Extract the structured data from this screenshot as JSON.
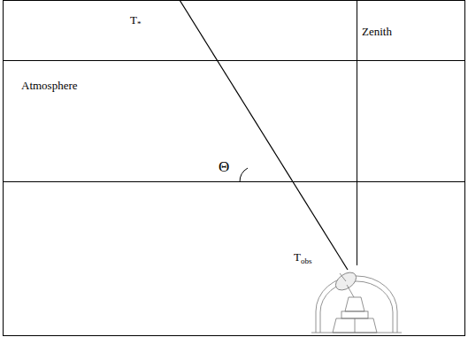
{
  "diagram": {
    "labels": [
      "T*",
      "Zenith",
      "Atmosphere",
      "Θ",
      "Tobs"
    ]
  }
}
